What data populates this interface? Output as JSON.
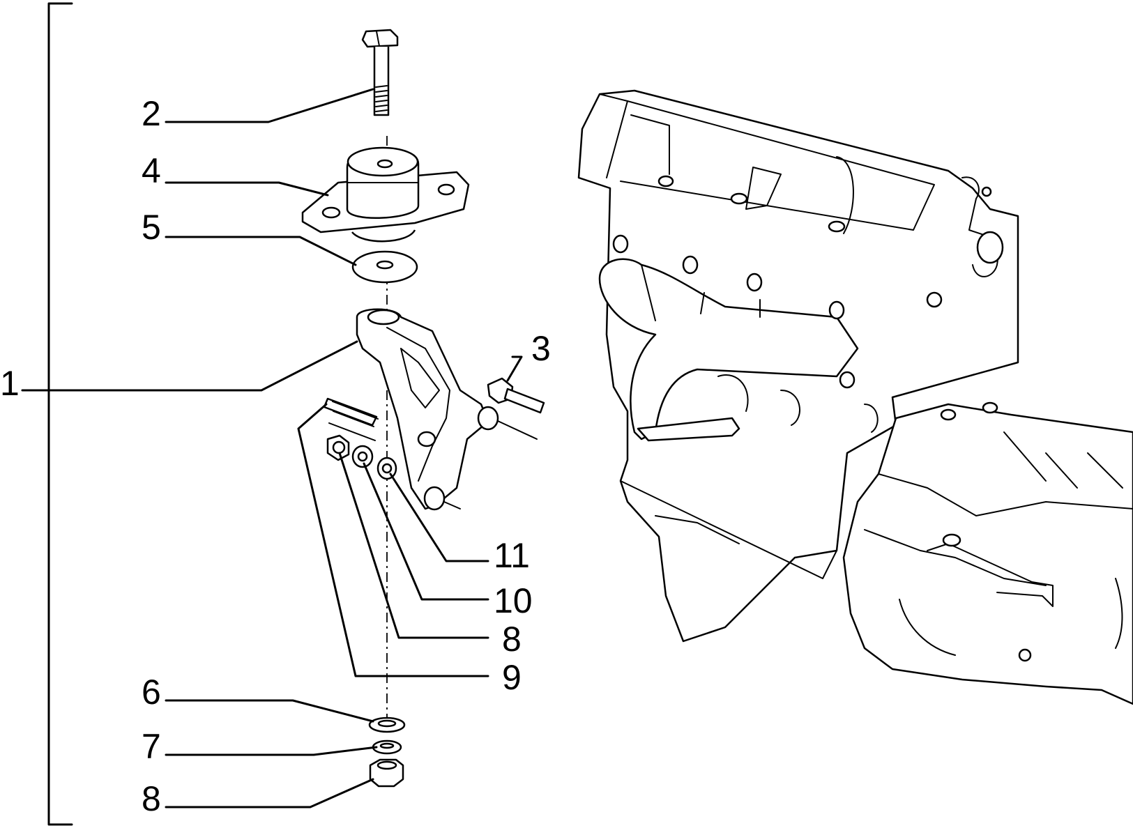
{
  "callouts": {
    "c1": "1",
    "c2": "2",
    "c3": "3",
    "c4": "4",
    "c5": "5",
    "c6": "6",
    "c7": "7",
    "c8_top": "8",
    "c8_bottom": "8",
    "c9": "9",
    "c10": "10",
    "c11": "11"
  }
}
